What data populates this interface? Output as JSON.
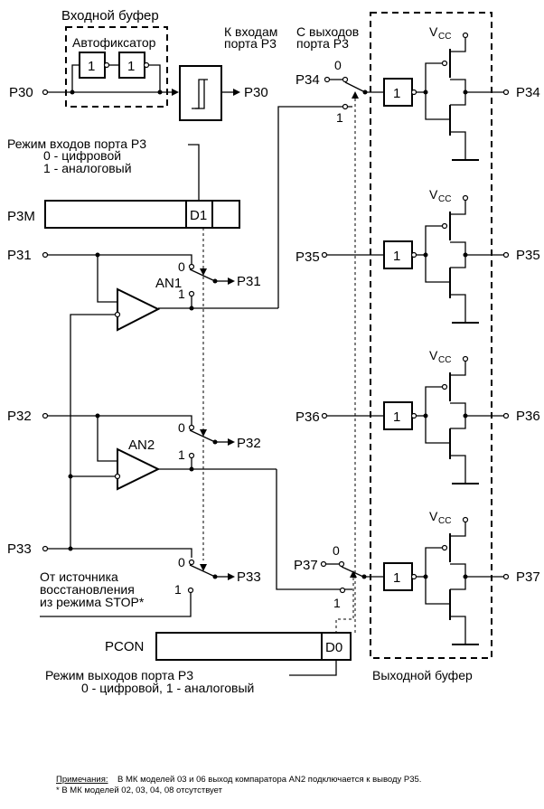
{
  "diagram": {
    "input_buffer": {
      "title": "Входной буфер",
      "latch_title": "Автофиксатор",
      "gate_label": "1",
      "input_pin": "P30",
      "output_pin": "P30"
    },
    "headers": {
      "to_inputs_line1": "К входам",
      "to_inputs_line2": "порта P3",
      "from_outputs_line1": "С выходов",
      "from_outputs_line2": "порта P3"
    },
    "input_mode": {
      "title": "Режим  входов  порта P3",
      "opt0": "0 -   цифровой",
      "opt1": "1 -   аналоговый",
      "register": "P3M",
      "bit": "D1"
    },
    "comparators": [
      {
        "name": "AN1",
        "pin_in": "P31",
        "pin_out": "P31"
      },
      {
        "name": "AN2",
        "pin_in": "P32",
        "pin_out": "P32"
      }
    ],
    "p33": {
      "pin_in": "P33",
      "pin_out": "P33",
      "source_line1": "От источника",
      "source_line2": "восстановления",
      "source_line3": "из режима STOP*"
    },
    "switch_labels": {
      "zero": "0",
      "one": "1"
    },
    "output_mode": {
      "title": "Режим выходов  порта  P3",
      "options": "0  -  цифровой, 1  -  аналоговый",
      "register": "PCON",
      "bit": "D0"
    },
    "output_buffer": {
      "title": "Выходной буфер",
      "vcc": "V",
      "vcc_sub": "CC",
      "gate_label": "1",
      "channels": [
        {
          "pin_in": "P34",
          "pin_out": "P34"
        },
        {
          "pin_in": "P35",
          "pin_out": "P35"
        },
        {
          "pin_in": "P36",
          "pin_out": "P36"
        },
        {
          "pin_in": "P37",
          "pin_out": "P37"
        }
      ]
    },
    "notes": {
      "label": "Примечания:",
      "line1": "В МК моделей 03 и 06 выход компаратора AN2 подключается к выводу P35.",
      "line2": "* В МК моделей 02, 03, 04, 08 отсутствует"
    }
  }
}
